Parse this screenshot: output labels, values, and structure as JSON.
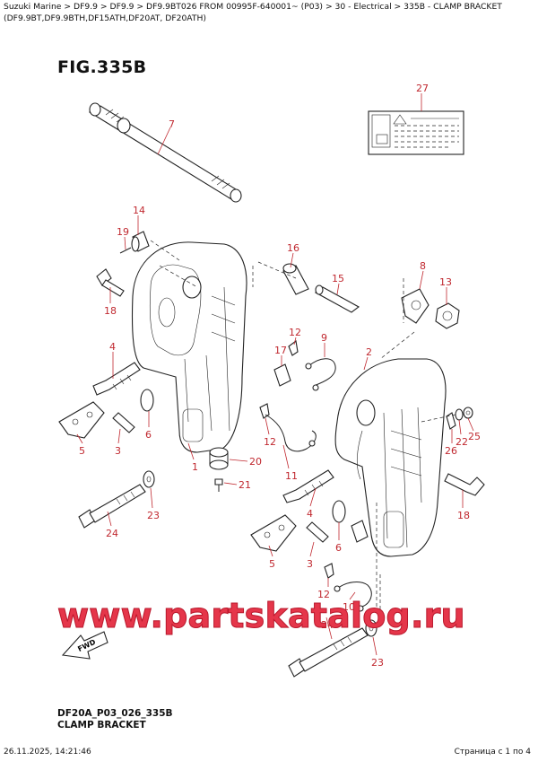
{
  "breadcrumb": "Suzuki Marine > DF9.9 > DF9.9 > DF9.9BT026 FROM 00995F-640001~ (P03) > 30 - Electrical > 335B - CLAMP BRACKET (DF9.9BT,DF9.9BTH,DF15ATH,DF20AT, DF20ATH)",
  "figure_title": "FIG.335B",
  "callouts": {
    "c27": "27",
    "c7": "7",
    "c14": "14",
    "c19": "19",
    "c18a": "18",
    "c16": "16",
    "c15": "15",
    "c8": "8",
    "c13": "13",
    "c12a": "12",
    "c17": "17",
    "c9": "9",
    "c4a": "4",
    "c2": "2",
    "c6a": "6",
    "c3a": "3",
    "c5a": "5",
    "c1": "1",
    "c20": "20",
    "c12b": "12",
    "c21": "21",
    "c11": "11",
    "c23a": "23",
    "c24a": "24",
    "c22": "22",
    "c25": "25",
    "c26": "26",
    "c18b": "18",
    "c4b": "4",
    "c6b": "6",
    "c5b": "5",
    "c3b": "3",
    "c12c": "12",
    "c10": "10",
    "c24b": "24",
    "c23b": "23"
  },
  "fwd_label": "FWD",
  "watermark": "www.partskatalog.ru",
  "footer": {
    "code": "DF20A_P03_026_335B",
    "name": "CLAMP BRACKET"
  },
  "timestamp": "26.11.2025, 14:21:46",
  "page_info": "Страница с 1 по 4",
  "colors": {
    "callout": "#c0282f",
    "watermark": "#e5364a",
    "line": "#222222"
  }
}
